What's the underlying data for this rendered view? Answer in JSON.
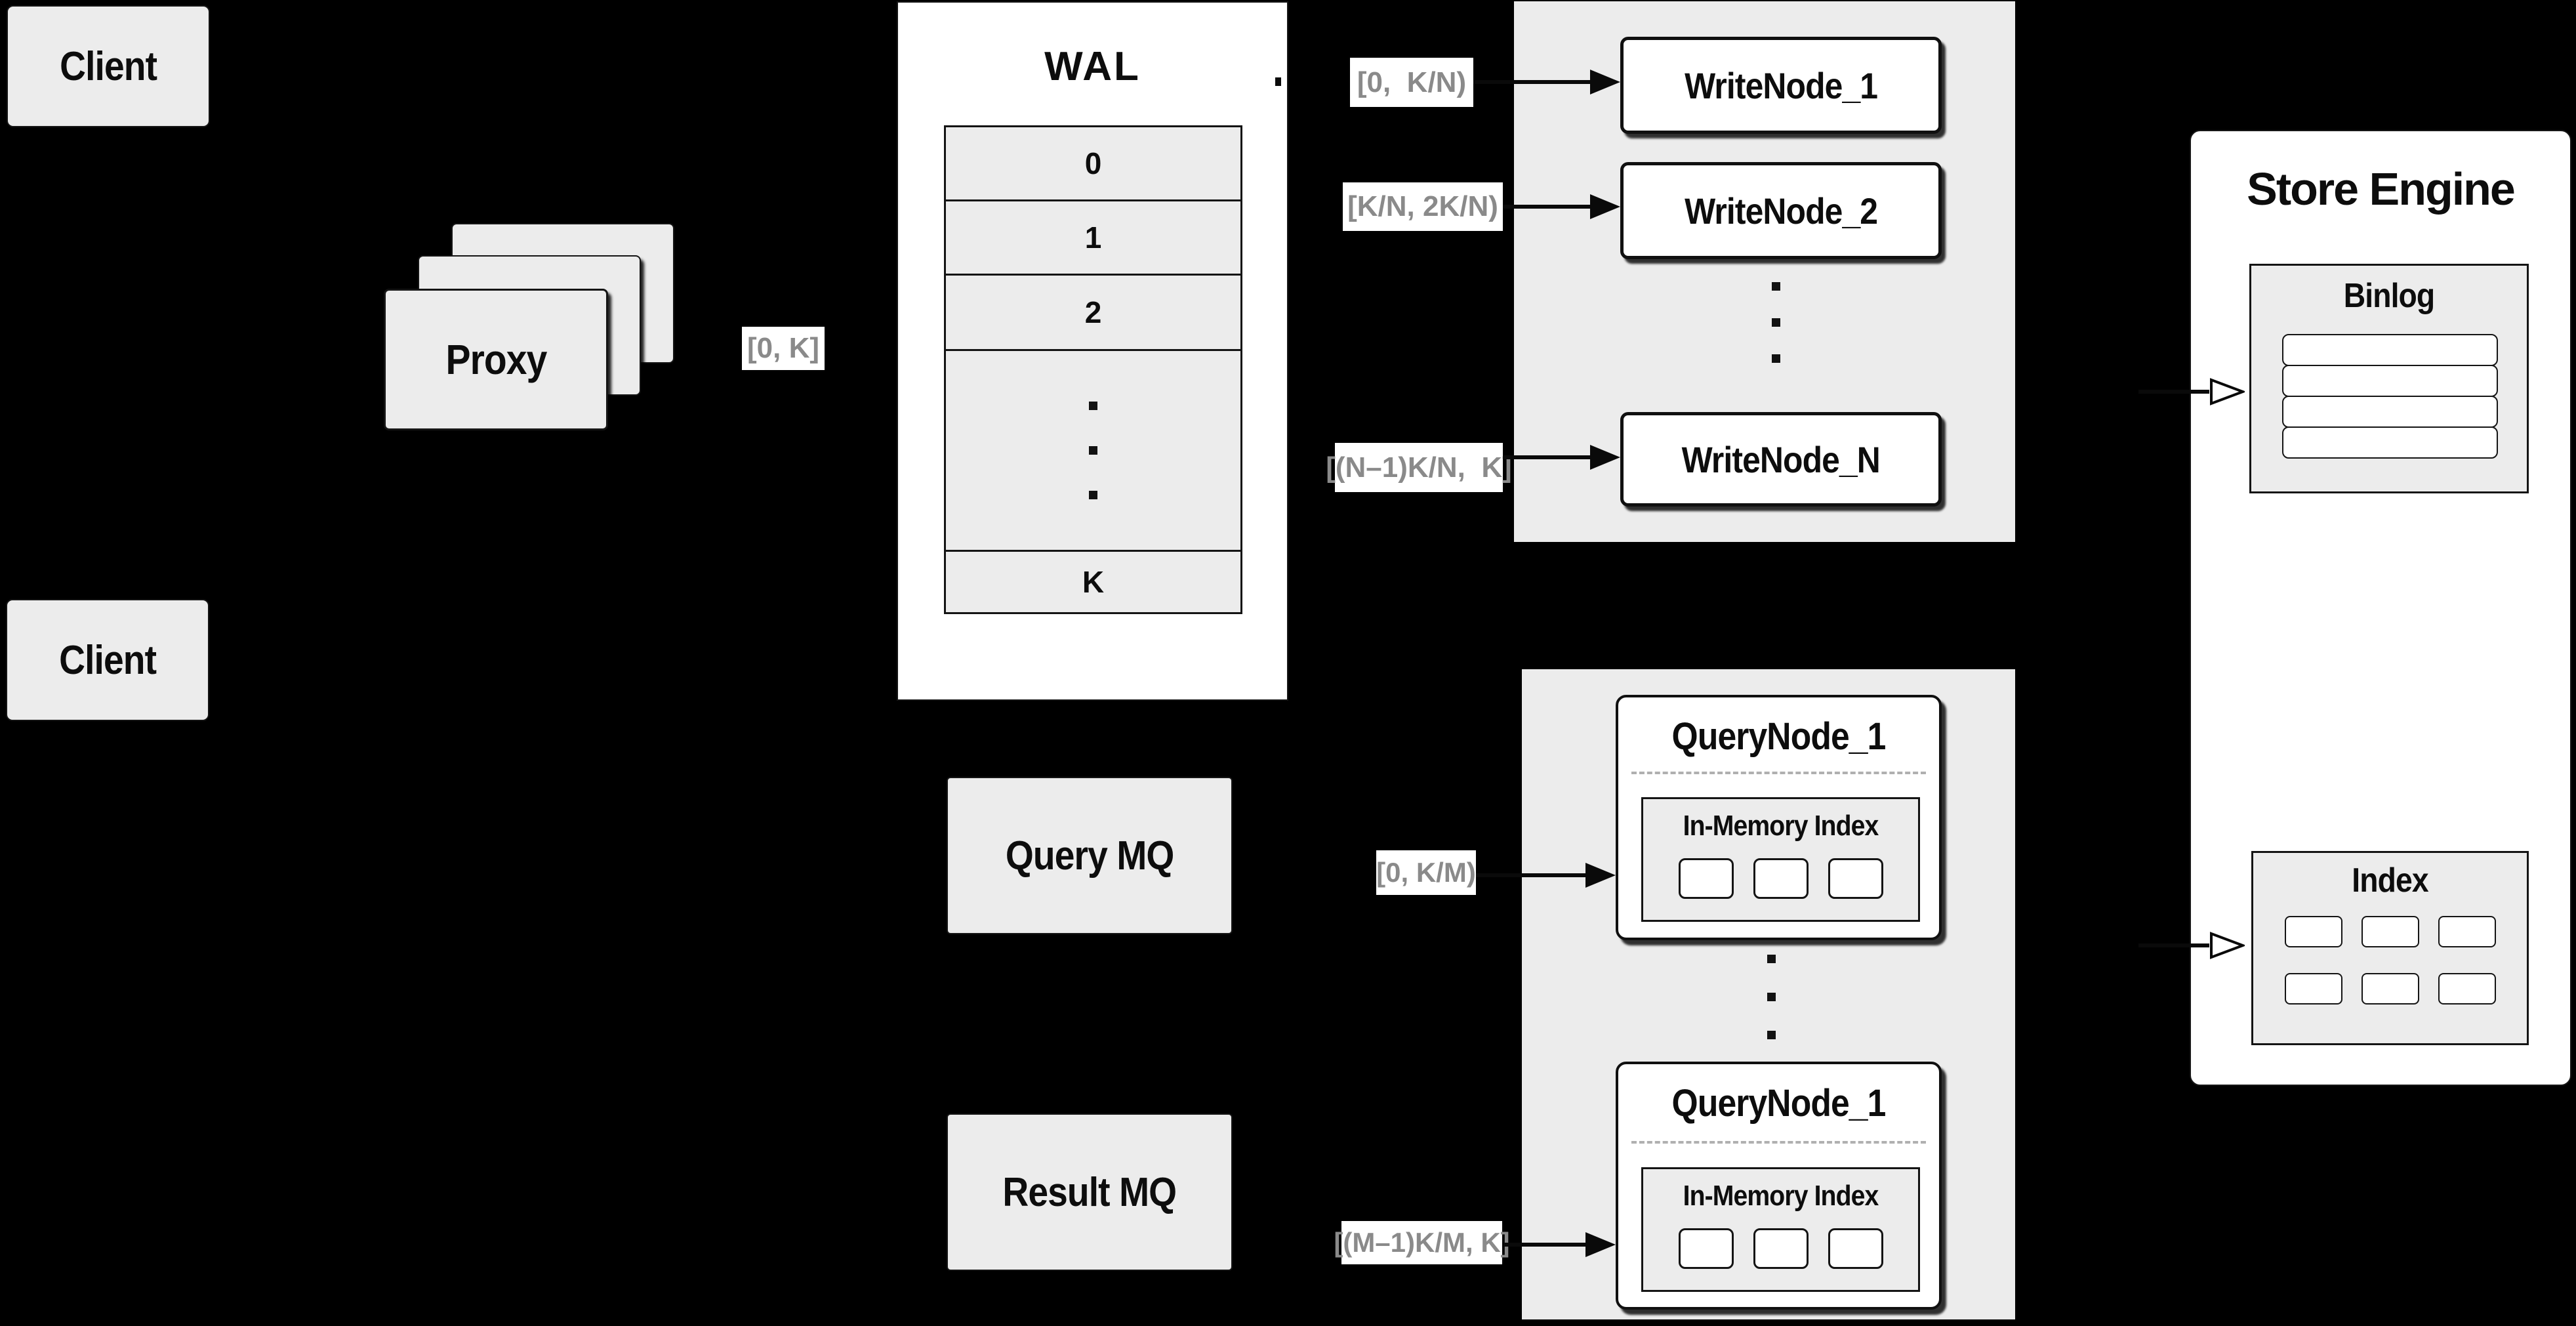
{
  "colors": {
    "background": "#000000",
    "panel_gray": "#ececec",
    "box_white": "#ffffff",
    "border_black": "#141414",
    "label_text_gray": "#8a8a8a",
    "dashed_divider_gray": "#b0b0b0"
  },
  "clients": {
    "top_label": "Client",
    "bottom_label": "Client"
  },
  "proxy": {
    "label": "Proxy"
  },
  "wal": {
    "title": "WAL",
    "segments": [
      "0",
      "1",
      "2"
    ],
    "last_segment": "K"
  },
  "write_cluster": {
    "node_1": "WriteNode_1",
    "node_2": "WriteNode_2",
    "node_n": "WriteNode_N"
  },
  "mq": {
    "query_label": "Query MQ",
    "result_label": "Result MQ"
  },
  "query_cluster": {
    "nodes": [
      {
        "title": "QueryNode_1",
        "in_memory_label": "In-Memory Index"
      },
      {
        "title": "QueryNode_1",
        "in_memory_label": "In-Memory Index"
      }
    ]
  },
  "store_engine": {
    "title": "Store Engine",
    "binlog_label": "Binlog",
    "index_label": "Index"
  },
  "range_labels": {
    "proxy_to_wal": "[0, K]",
    "wal_to_write_1": "[0,  K/N)",
    "wal_to_write_2": "[K/N, 2K/N)",
    "wal_to_write_n": "[(N–1)K/N,  K]",
    "query_mq_to_node_1": "[0, K/M)",
    "result_mq_to_node_2": "[(M–1)K/M, K]"
  }
}
